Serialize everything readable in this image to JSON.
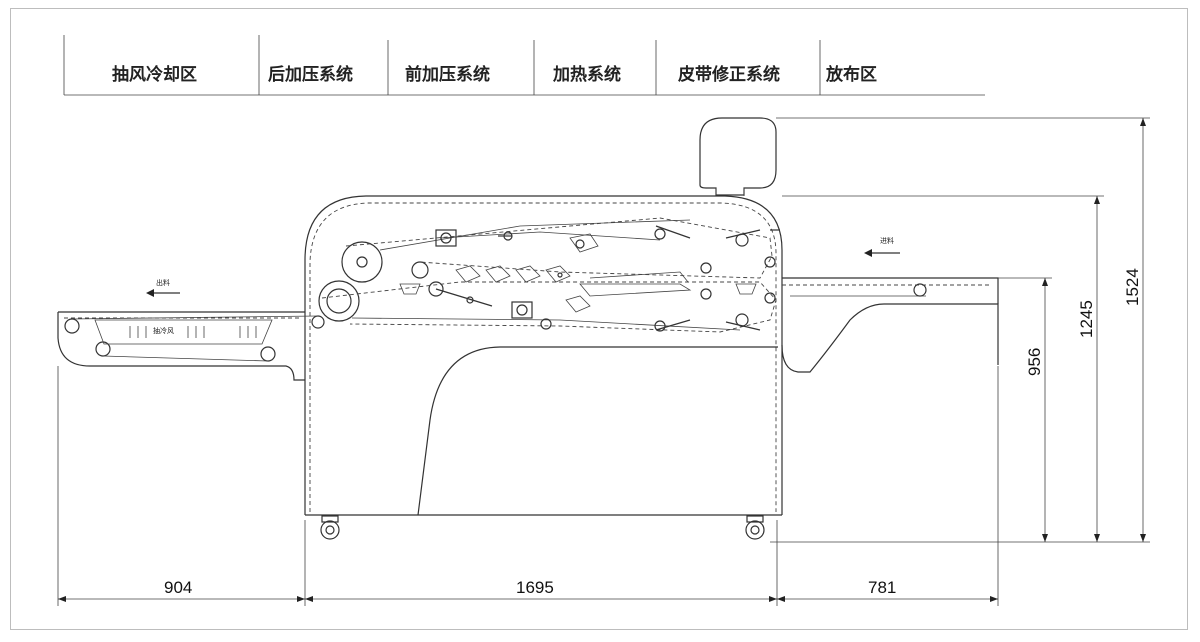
{
  "zones": [
    {
      "label": "抽风冷却区"
    },
    {
      "label": "后加压系统"
    },
    {
      "label": "前加压系统"
    },
    {
      "label": "加热系统"
    },
    {
      "label": "皮带修正系统"
    },
    {
      "label": "放布区"
    }
  ],
  "annotations": {
    "outfeed_label": "出料",
    "infeed_label": "进料",
    "fan_label": "抽冷风"
  },
  "dimensions": {
    "left_length": "904",
    "middle_length": "1695",
    "right_length": "781",
    "height_feed": "956",
    "height_body": "1245",
    "height_total": "1524"
  }
}
